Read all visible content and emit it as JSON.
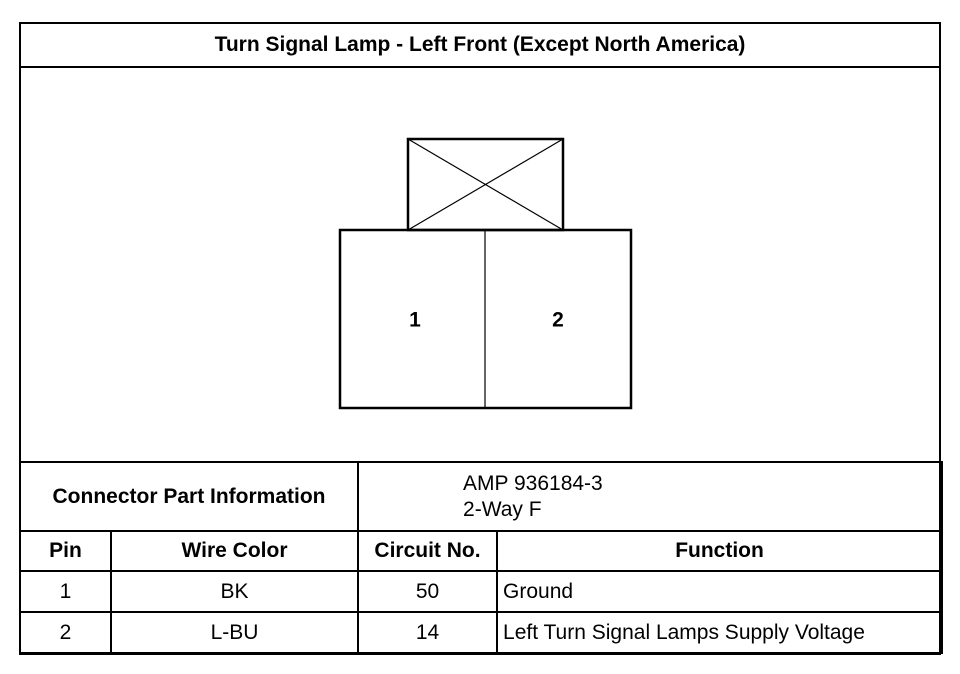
{
  "title": "Turn Signal Lamp - Left Front (Except North America)",
  "connector": {
    "pins": [
      "1",
      "2"
    ]
  },
  "part_info": {
    "label": "Connector Part Information",
    "part_number": "AMP 936184-3",
    "type": "2-Way F"
  },
  "table": {
    "headers": {
      "pin": "Pin",
      "wire_color": "Wire Color",
      "circuit": "Circuit No.",
      "function": "Function"
    },
    "rows": [
      {
        "pin": "1",
        "wire_color": "BK",
        "circuit": "50",
        "function": "Ground"
      },
      {
        "pin": "2",
        "wire_color": "L-BU",
        "circuit": "14",
        "function": "Left Turn Signal Lamps Supply Voltage"
      }
    ]
  }
}
